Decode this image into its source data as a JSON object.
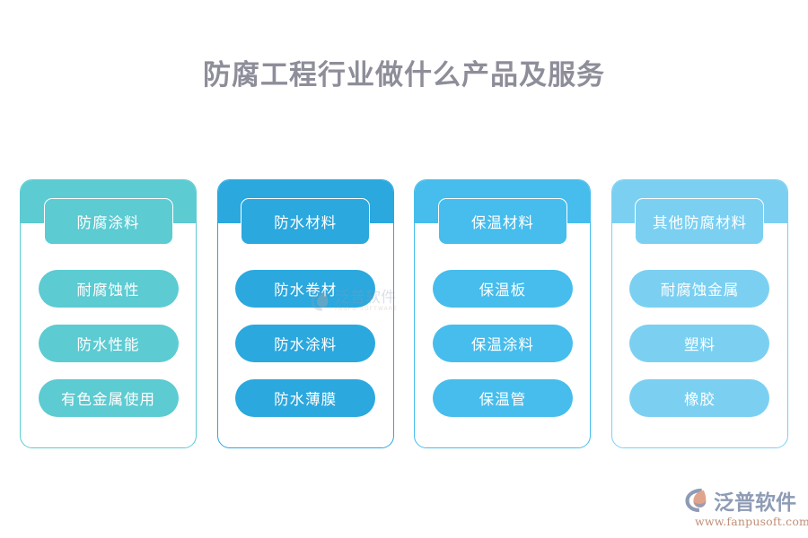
{
  "page": {
    "title": "防腐工程行业做什么产品及服务",
    "background_color": "#ffffff",
    "title_color": "#8d8e99"
  },
  "columns": [
    {
      "header": "防腐涂料",
      "accent": "#5CCBD2",
      "items": [
        "耐腐蚀性",
        "防水性能",
        "有色金属使用"
      ]
    },
    {
      "header": "防水材料",
      "accent": "#2BA8DE",
      "items": [
        "防水卷材",
        "防水涂料",
        "防水薄膜"
      ]
    },
    {
      "header": "保温材料",
      "accent": "#46BDEC",
      "items": [
        "保温板",
        "保温涂料",
        "保温管"
      ]
    },
    {
      "header": "其他防腐材料",
      "accent": "#7BD0F2",
      "items": [
        "耐腐蚀金属",
        "塑料",
        "橡胶"
      ]
    }
  ],
  "watermark": {
    "name": "泛普软件",
    "subtitle": "FANPU SOFTWARE"
  },
  "brand": {
    "name": "泛普软件",
    "url": "www.fanpusoft.com",
    "name_color": "#8e9bb5",
    "url_color": "#c08f76",
    "mark_color": "#8e9bb5",
    "mark_accent_color": "#e0a48c"
  }
}
